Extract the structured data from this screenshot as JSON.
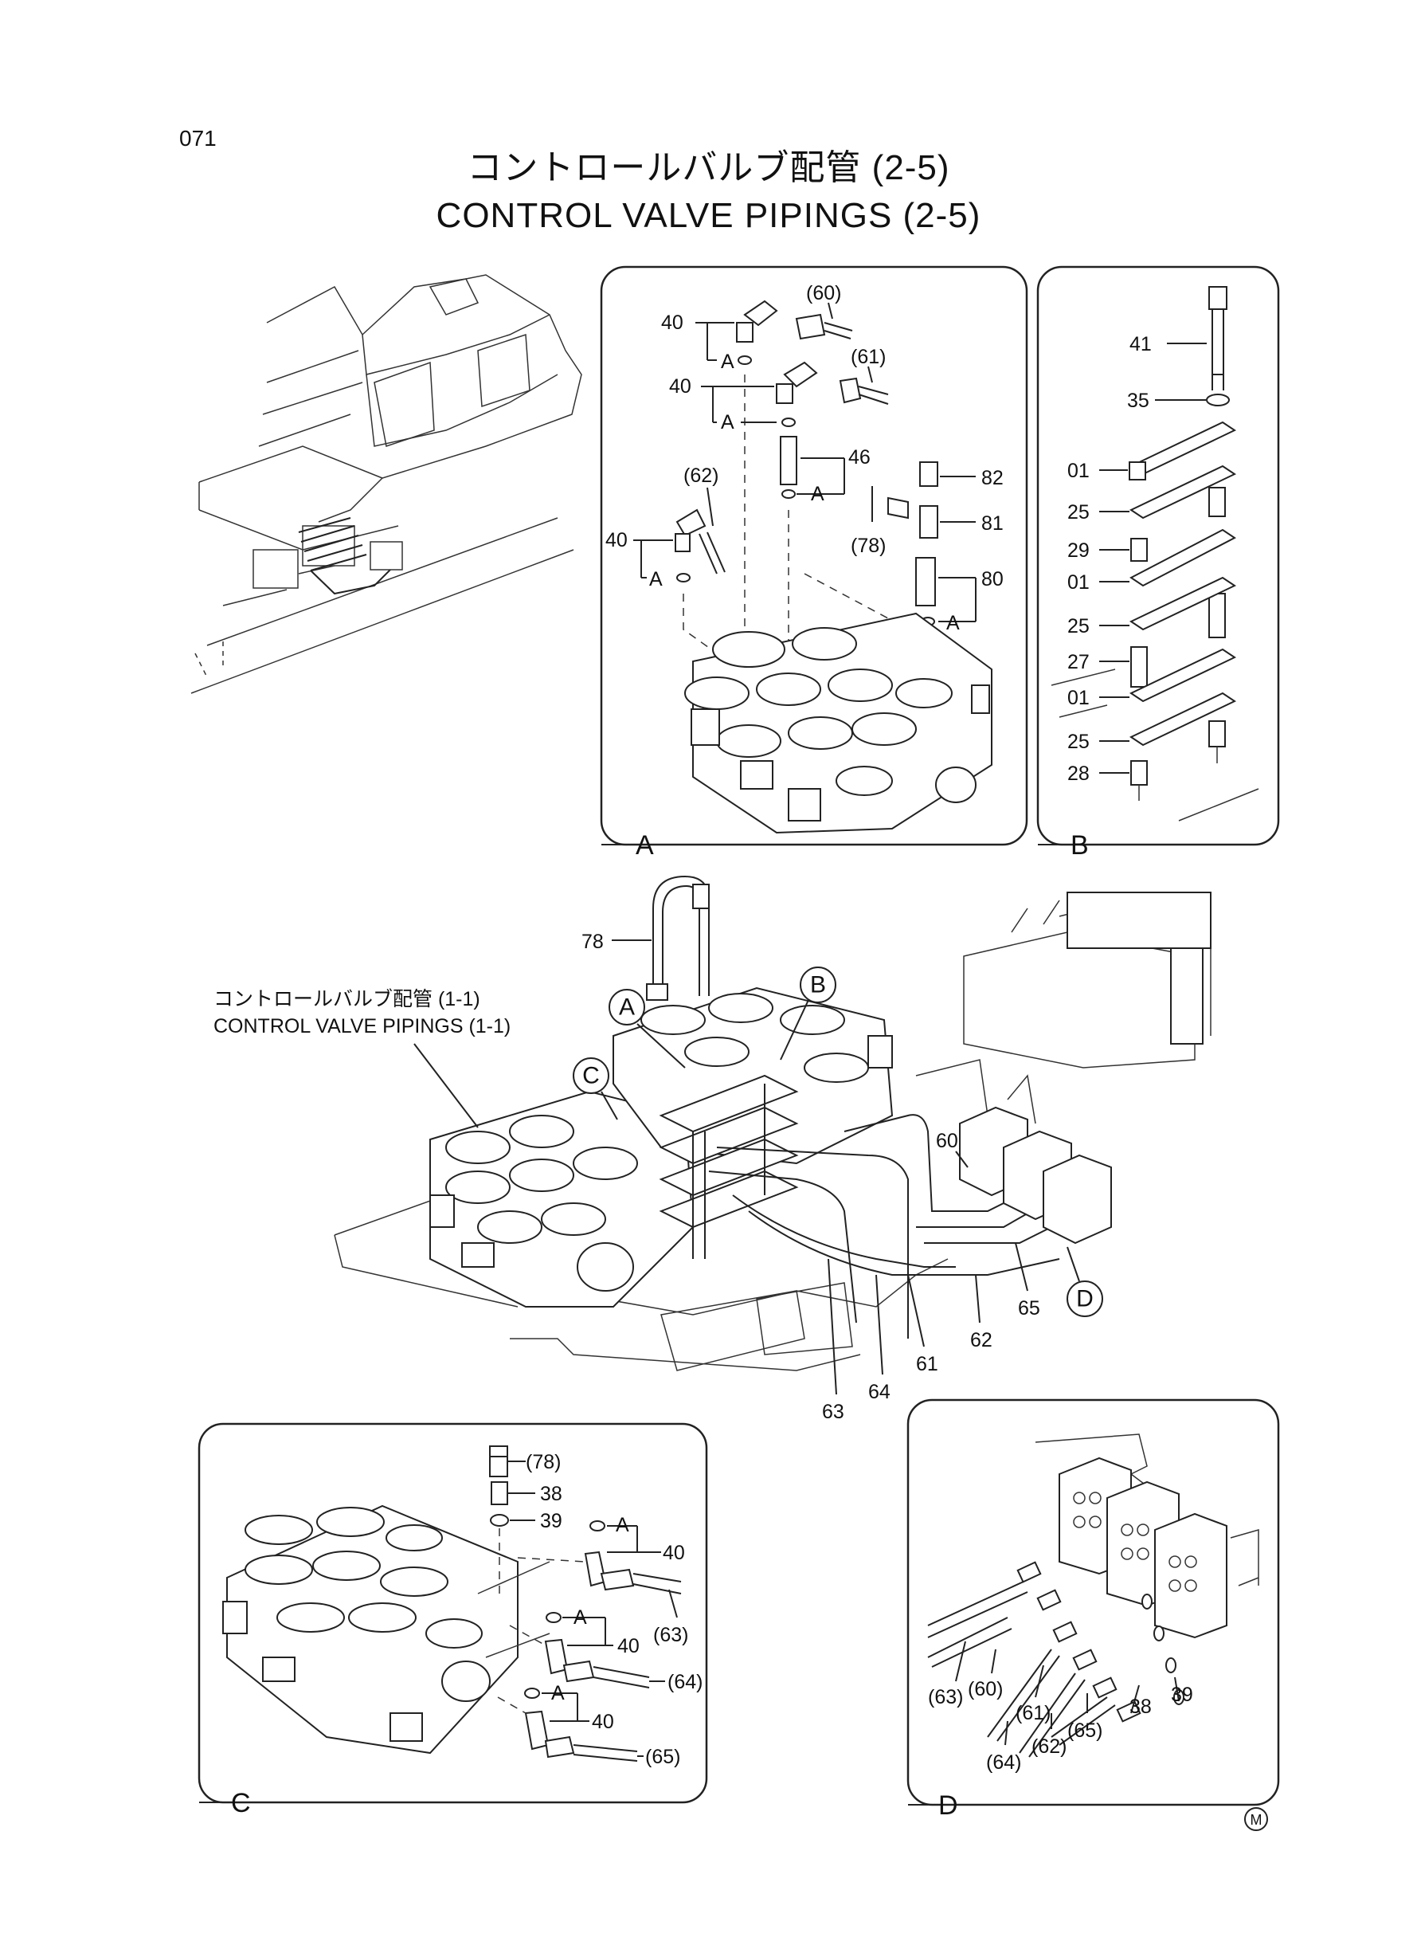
{
  "page_number": "071",
  "title_jp": "コントロールバルブ配管 (2-5)",
  "title_en": "CONTROL VALVE PIPINGS (2-5)",
  "main_callout": {
    "jp": "コントロールバルブ配管 (1-1)",
    "en": "CONTROL VALVE PIPINGS (1-1)"
  },
  "panels": {
    "A": "A",
    "B": "B",
    "C": "C",
    "D": "D"
  },
  "detail_marker": "A",
  "manufacturer_mark": "M",
  "panel_a_labels": {
    "p60": "(60)",
    "p61": "(61)",
    "p62": "(62)",
    "p78": "(78)",
    "p40a": "40",
    "p40b": "40",
    "p40c": "40",
    "p46": "46",
    "p82": "82",
    "p81": "81",
    "p80": "80"
  },
  "panel_b_labels": {
    "p41": "41",
    "p35": "35",
    "p01a": "01",
    "p25a": "25",
    "p29": "29",
    "p01b": "01",
    "p25b": "25",
    "p27": "27",
    "p01c": "01",
    "p25c": "25",
    "p28": "28"
  },
  "main_labels": {
    "p78": "78",
    "p60": "60",
    "p61": "61",
    "p62": "62",
    "p63": "63",
    "p64": "64",
    "p65": "65"
  },
  "panel_c_labels": {
    "p78": "(78)",
    "p38": "38",
    "p39": "39",
    "p40a": "40",
    "p40b": "40",
    "p40c": "40",
    "p63": "(63)",
    "p64": "(64)",
    "p65": "(65)"
  },
  "panel_d_labels": {
    "p63": "(63)",
    "p60": "(60)",
    "p61": "(61)",
    "p64": "(64)",
    "p62": "(62)",
    "p65": "(65)",
    "p38": "38",
    "p39": "39"
  }
}
